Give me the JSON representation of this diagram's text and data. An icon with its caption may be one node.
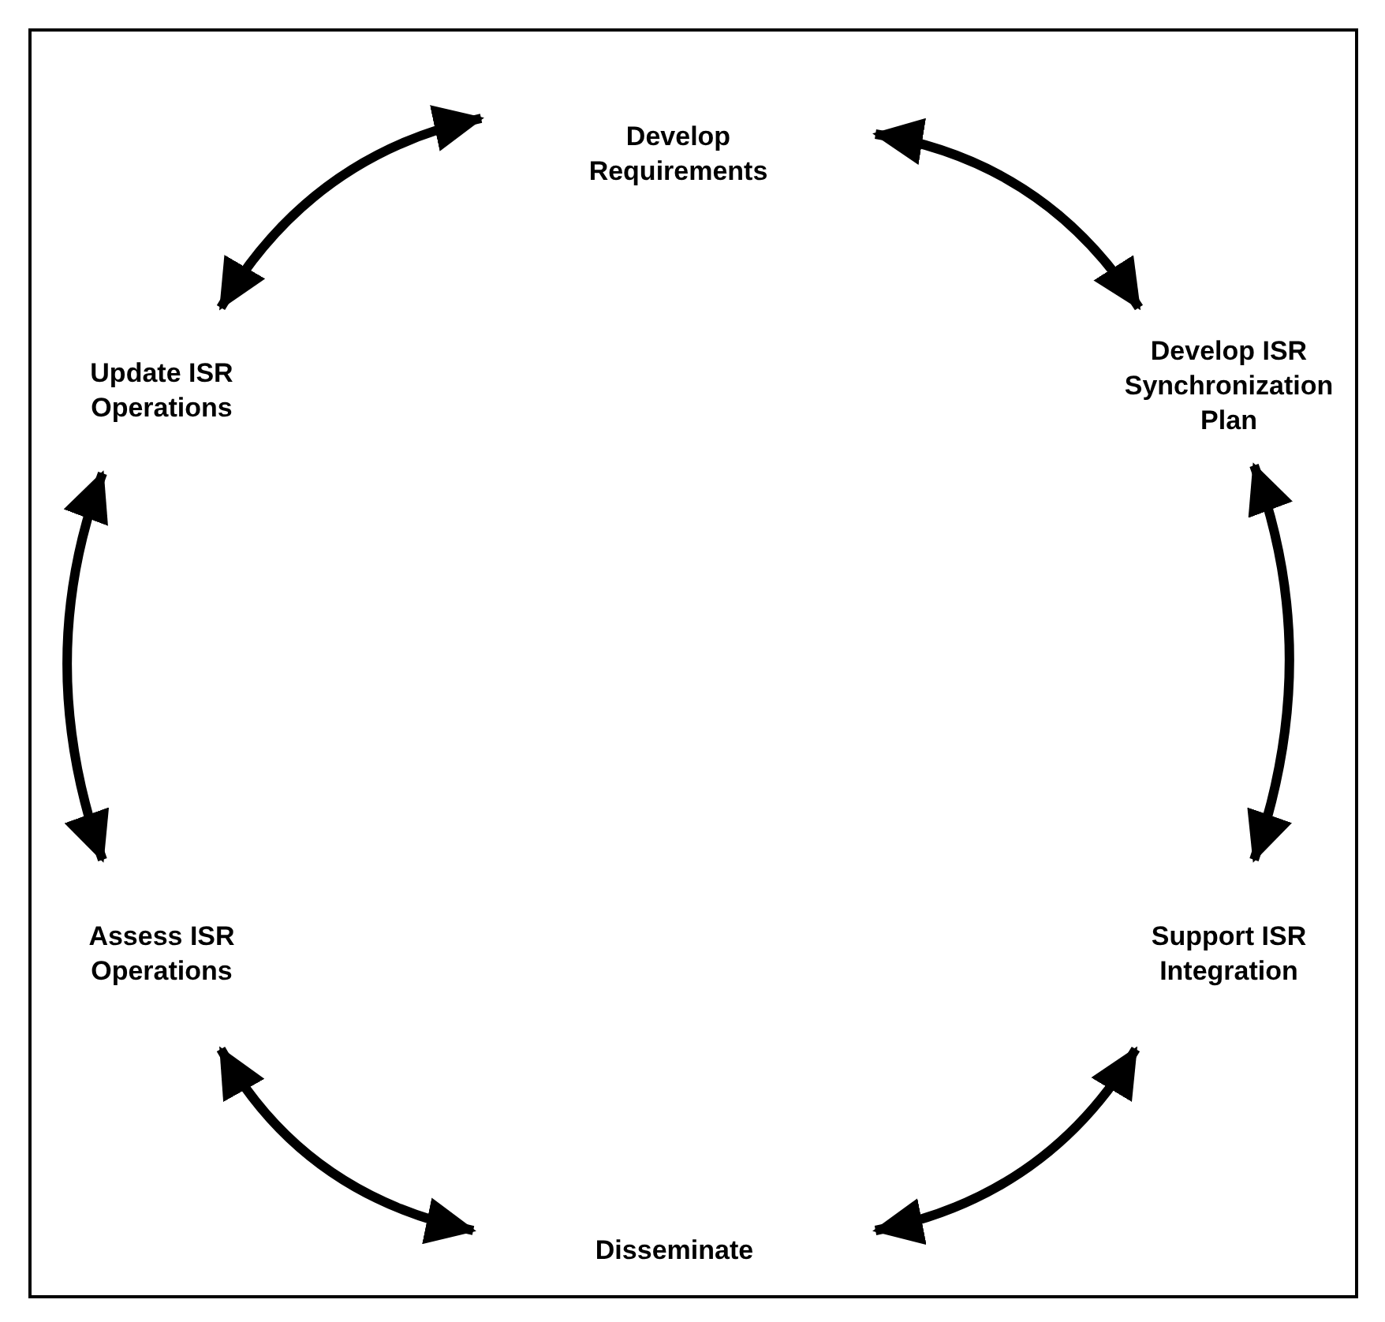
{
  "diagram": {
    "nodes": [
      {
        "text": [
          "Develop Requirements"
        ]
      },
      {
        "text": [
          "Develop ISR Synchronization Plan"
        ]
      },
      {
        "text": [
          "Support ISR Integration"
        ]
      },
      {
        "text": [
          "Disseminate"
        ]
      },
      {
        "text": [
          "Assess ISR Operations"
        ]
      },
      {
        "text": [
          "Update ISR Operations"
        ]
      }
    ],
    "edges": [
      {
        "from": 0,
        "to": 1,
        "arrow": "both"
      },
      {
        "from": 1,
        "to": 2,
        "arrow": "both"
      },
      {
        "from": 2,
        "to": 3,
        "arrow": "both"
      },
      {
        "from": 3,
        "to": 4,
        "arrow": "both"
      },
      {
        "from": 4,
        "to": 5,
        "arrow": "both"
      },
      {
        "from": 5,
        "to": 0,
        "arrow": "both"
      }
    ]
  }
}
